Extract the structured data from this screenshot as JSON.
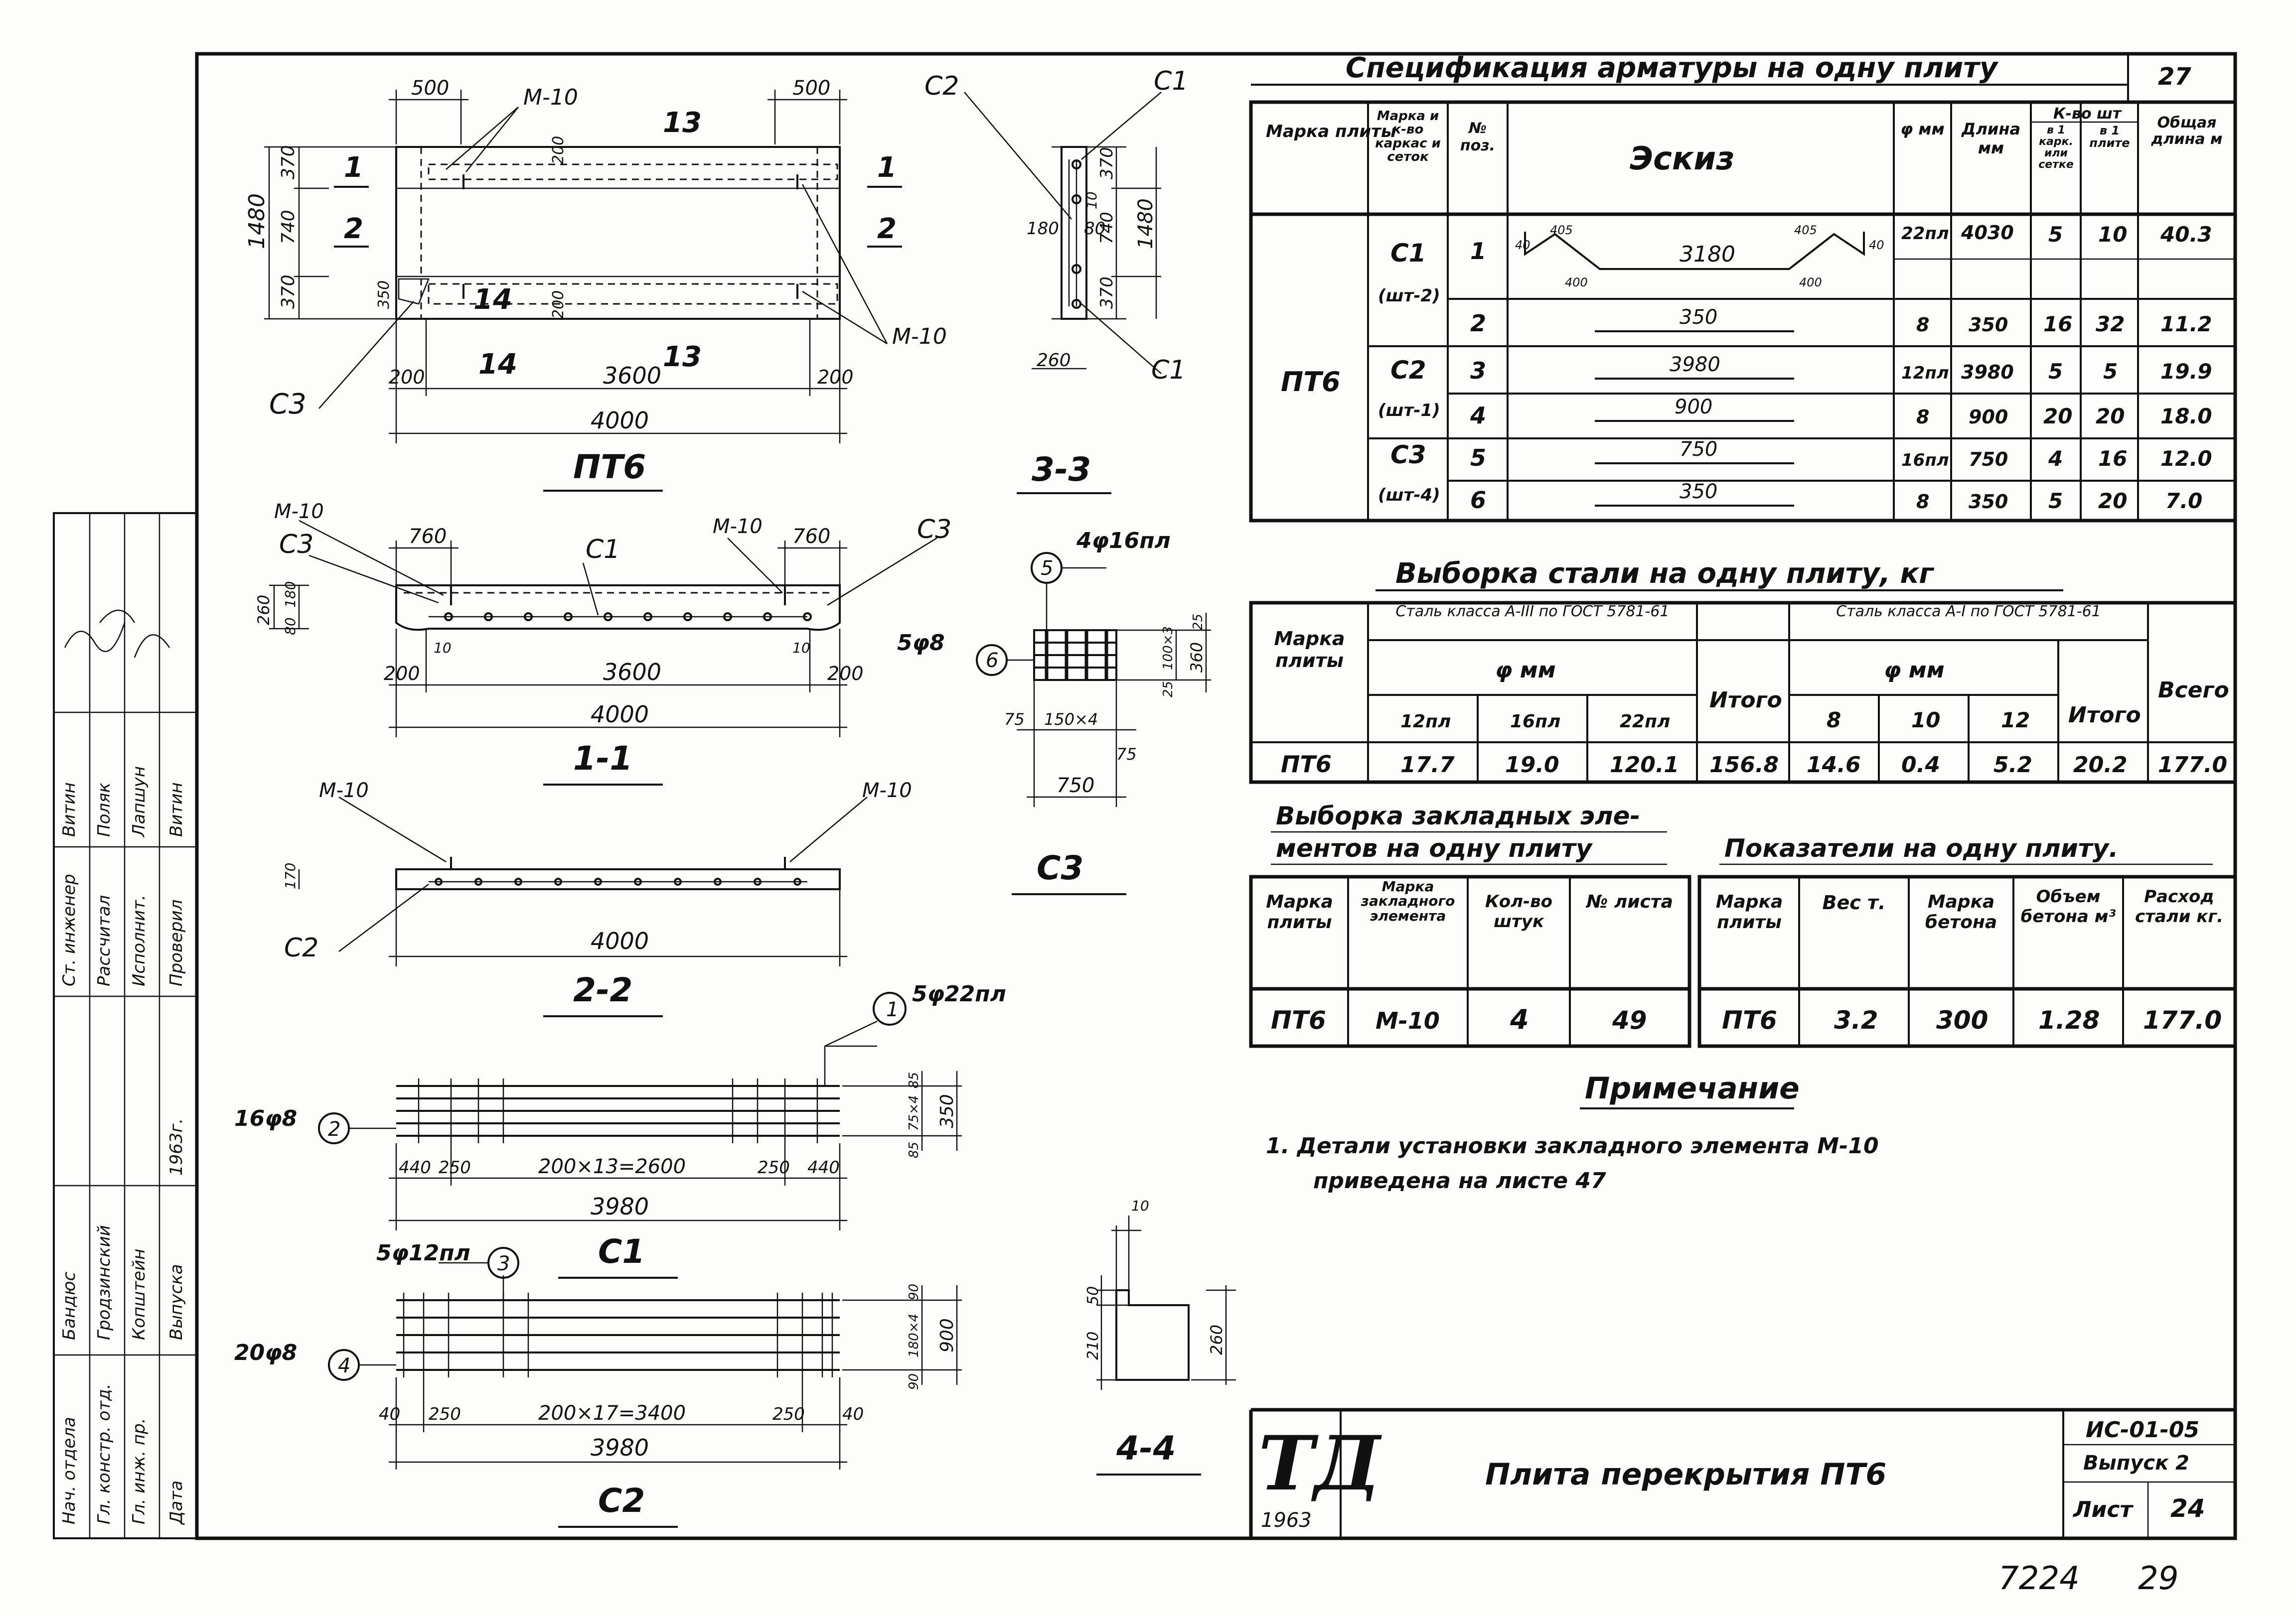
{
  "sheet_number_top": "27",
  "spec": {
    "title": "Спецификация арматуры на одну плиту",
    "headers": {
      "mark": "Марка плиты",
      "frame": "Марка и к-во каркас и сеток",
      "pos": "№ поз.",
      "sketch": "Эскиз",
      "dia": "φ мм",
      "length": "Длина мм",
      "qty": "К-во шт",
      "qty_per_frame": "в 1 карк. или сетке",
      "qty_per_slab": "в 1 плите",
      "total_length": "Общая длина м"
    },
    "slab_mark": "ПТ6",
    "groups": [
      {
        "frame": "С1",
        "count": "(шт-2)"
      },
      {
        "frame": "С2",
        "count": "(шт-1)"
      },
      {
        "frame": "С3",
        "count": "(шт-4)"
      }
    ],
    "rows": [
      {
        "pos": "1",
        "sketch": "3180",
        "dia": "22пл",
        "length": "4030",
        "q1": "5",
        "q2": "10",
        "total": "40.3"
      },
      {
        "pos": "2",
        "sketch": "350",
        "dia": "8",
        "length": "350",
        "q1": "16",
        "q2": "32",
        "total": "11.2"
      },
      {
        "pos": "3",
        "sketch": "3980",
        "dia": "12пл",
        "length": "3980",
        "q1": "5",
        "q2": "5",
        "total": "19.9"
      },
      {
        "pos": "4",
        "sketch": "900",
        "dia": "8",
        "length": "900",
        "q1": "20",
        "q2": "20",
        "total": "18.0"
      },
      {
        "pos": "5",
        "sketch": "750",
        "dia": "16пл",
        "length": "750",
        "q1": "4",
        "q2": "16",
        "total": "12.0"
      },
      {
        "pos": "6",
        "sketch": "350",
        "dia": "8",
        "length": "350",
        "q1": "5",
        "q2": "20",
        "total": "7.0"
      }
    ],
    "bend_dims": [
      "40",
      "405",
      "405",
      "40",
      "400",
      "400"
    ]
  },
  "steel": {
    "title": "Выборка стали на одну плиту, кг",
    "mark": "Марка плиты",
    "class3": "Сталь класса А-III по ГОСТ 5781-61",
    "class1": "Сталь класса А-I по ГОСТ 5781-61",
    "dia": "φ мм",
    "itogo": "Итого",
    "vsego": "Всего",
    "cols3": [
      "12пл",
      "16пл",
      "22пл"
    ],
    "cols1": [
      "8",
      "10",
      "12"
    ],
    "row": {
      "mark": "ПТ6",
      "v3": [
        "17.7",
        "19.0",
        "120.1"
      ],
      "t3": "156.8",
      "v1": [
        "14.6",
        "0.4",
        "5.2"
      ],
      "t1": "20.2",
      "all": "177.0"
    }
  },
  "embedded": {
    "title1": "Выборка закладных эле-",
    "title2": "ментов на одну плиту",
    "headers": [
      "Марка плиты",
      "Марка закладного элемента",
      "Кол-во штук",
      "№ листа"
    ],
    "row": [
      "ПТ6",
      "М-10",
      "4",
      "49"
    ]
  },
  "indicators": {
    "title": "Показатели на одну плиту.",
    "headers": [
      "Марка плиты",
      "Вес т.",
      "Марка бетона",
      "Объем бетона м³",
      "Расход стали кг."
    ],
    "row": [
      "ПТ6",
      "3.2",
      "300",
      "1.28",
      "177.0"
    ]
  },
  "note": {
    "title": "Примечание",
    "line1": "1. Детали установки закладного элемента М-10",
    "line2": "приведена на листе 47"
  },
  "views": {
    "plan": {
      "caption": "ПТ6",
      "dims": {
        "edge_l": "500",
        "edge_r": "500",
        "span": "3600",
        "overall": "4000",
        "end_l": "200",
        "end_r": "200",
        "h1": "370",
        "h2": "740",
        "h3": "370",
        "height": "1480",
        "in1": "200",
        "in2": "350",
        "in3": "200"
      },
      "labels": {
        "m10_top": "М-10",
        "m10_bottom": "М-10",
        "c3": "С3",
        "s1": "1",
        "s2": "2",
        "s1r": "1",
        "s2r": "2",
        "sec13_top": "13",
        "sec14": "14",
        "sec13_bottom": "13",
        "sec14_small": "14"
      }
    },
    "sec33": {
      "caption": "3-3",
      "labels": {
        "c2": "С2",
        "c1_top": "С1",
        "c1_bottom": "С1"
      },
      "dims": [
        "370",
        "740",
        "370",
        "1480",
        "180",
        "80",
        "10",
        "260"
      ]
    },
    "sec11": {
      "caption": "1-1",
      "labels": {
        "m10_l": "М-10",
        "c3_l": "С3",
        "c1": "С1",
        "m10_r": "М-10",
        "c3_r": "С3"
      },
      "dims": {
        "h": "260",
        "h2": "180",
        "h3": "80",
        "a": "760",
        "b": "760",
        "l": "200",
        "r": "200",
        "span": "3600",
        "overall": "4000",
        "t1": "10",
        "t2": "10"
      }
    },
    "sec22": {
      "caption": "2-2",
      "labels": {
        "m10_l": "М-10",
        "m10_r": "М-10",
        "c2": "С2"
      },
      "dims": {
        "h": "170",
        "overall": "4000"
      }
    },
    "c3": {
      "caption": "С3",
      "labels": {
        "pos5": "5",
        "bar5": "4φ16пл",
        "pos6": "6",
        "bar6": "5φ8"
      },
      "dims": [
        "25",
        "100×3",
        "25",
        "360",
        "75",
        "150×4",
        "75",
        "750"
      ]
    },
    "c1": {
      "caption": "С1",
      "labels": {
        "pos1": "1",
        "bar1": "5φ22пл",
        "pos2": "2",
        "bar2": "16φ8"
      },
      "dims": {
        "a": "440",
        "b": "250",
        "mid": "200×13=2600",
        "c": "250",
        "d": "440",
        "overall": "3980",
        "v1": "85",
        "v2": "75×4",
        "v3": "85",
        "vh": "350"
      }
    },
    "c2": {
      "caption": "С2",
      "labels": {
        "pos3": "3",
        "bar3": "5φ12пл",
        "pos4": "4",
        "bar4": "20φ8"
      },
      "dims": {
        "a": "40",
        "b": "250",
        "mid": "200×17=3400",
        "c": "250",
        "d": "40",
        "overall": "3980",
        "v1": "90",
        "v2": "180×4",
        "v3": "90",
        "vh": "900"
      }
    },
    "sec44": {
      "caption": "4-4",
      "dims": [
        "10",
        "50",
        "210",
        "260"
      ]
    }
  },
  "stamp": {
    "logo": "ТД",
    "year": "1963",
    "title": "Плита перекрытия ПТ6",
    "series": "ИС-01-05",
    "issue": "Выпуск 2",
    "sheet_label": "Лист",
    "sheet": "24"
  },
  "side_block": {
    "roles_left": [
      "Нач. отдела",
      "Гл. констр. отд.",
      "Гл. инж. пр.",
      "Дата"
    ],
    "names_left": [
      "Бандюс",
      "Гродзинский",
      "Копштейн",
      "Выпуска"
    ],
    "roles_right": [
      "Ст. инженер",
      "Рассчитал",
      "Исполнит.",
      "Проверил"
    ],
    "names_right": [
      "Витин",
      "Поляк",
      "Лапшун",
      "Витин"
    ],
    "year": "1963г."
  },
  "footer": {
    "num1": "7224",
    "num2": "29"
  }
}
